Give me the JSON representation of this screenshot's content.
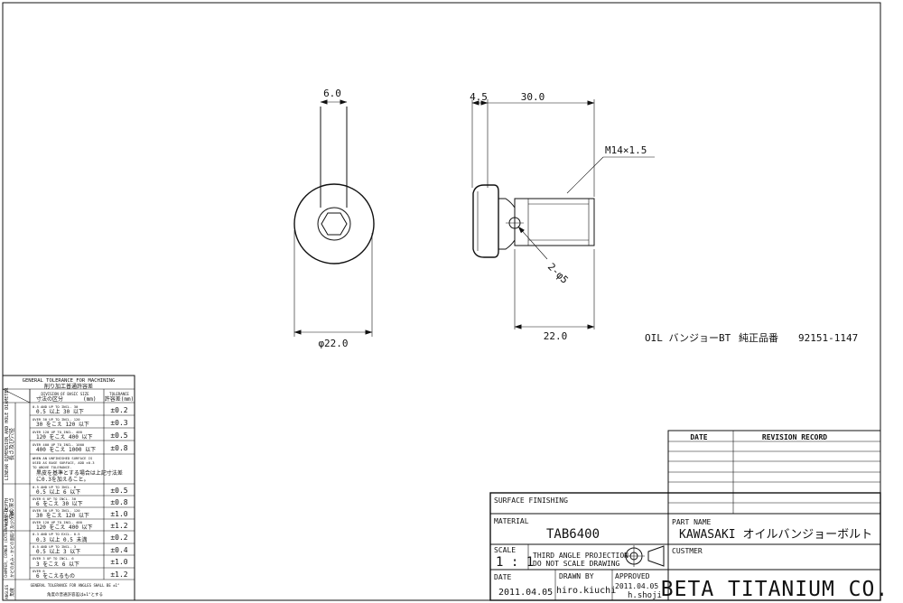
{
  "views": {
    "front": {
      "pin_width": "6.0",
      "head_diameter": "φ22.0"
    },
    "side": {
      "head_thickness": "4.5",
      "length": "30.0",
      "thread": "M14×1.5",
      "hole": "2-φ5",
      "shank_length": "22.0"
    }
  },
  "part_note": {
    "name": "OIL バンジョーBT",
    "genuine_label": "純正品番",
    "genuine_number": "92151-1147"
  },
  "tolerance_table": {
    "title_en": "GENERAL TOLERANCE FOR MACHINING",
    "title_jp": "削り加工普通許容差",
    "col_division_en": "DIVISION OF BASIC SIZE",
    "col_division_jp": "寸法の区分",
    "col_division_unit": "(mm)",
    "col_tolerance_en": "TOLERANCE",
    "col_tolerance_jp": "許容差(mm)",
    "sections": [
      {
        "label_en": "LINEAR DIMENSION AND HOLE DIAMETER",
        "label_jp": "長さ及び穴径",
        "rows": [
          {
            "en": "0.5 AND UP TO INCL. 30",
            "jp": "0.5 以上  30 以下",
            "tol": "±0.2"
          },
          {
            "en": "OVER 30 UP TO INCL. 120",
            "jp": "30 をこえ  120 以下",
            "tol": "±0.3"
          },
          {
            "en": "OVER 120 UP TO INCL. 400",
            "jp": "120 をこえ  400 以下",
            "tol": "±0.5"
          },
          {
            "en": "OVER 400 UP TO INCL. 1000",
            "jp": "400 をこえ  1000 以下",
            "tol": "±0.8"
          }
        ],
        "note_en_1": "WHEN AN UNFINISHED SURFACE IS",
        "note_en_2": "USED AS BASE SURFACE, ADD ±0.3",
        "note_en_3": "TO ABOVE TOLERANCE.",
        "note_jp_1": "黒皮を基準とする場合は上記寸法差",
        "note_jp_2": "に0.3を加えること。"
      },
      {
        "label_en": "HOLE DEPTH",
        "label_jp": "穴の深さ",
        "rows": [
          {
            "en": "0.5 AND UP TO INCL. 6",
            "jp": "0.5 以上  6 以下",
            "tol": "±0.5"
          },
          {
            "en": "OVER 6 UP TO INCL. 30",
            "jp": "6 をこえ  30 以下",
            "tol": "±0.8"
          },
          {
            "en": "OVER 30 UP TO INCL. 120",
            "jp": "30 をこえ  120 以下",
            "tol": "±1.0"
          },
          {
            "en": "OVER 120 UP TO INCL. 400",
            "jp": "120 をこえ  400 以下",
            "tol": "±1.2"
          }
        ]
      },
      {
        "label_en": "CHAMFER, CORNER (EXTERNAL RADII)",
        "label_jp": "かどの丸み・かどの面取り及び穴隅R",
        "rows": [
          {
            "en": "0.3 AND UP TO EXCL. 0.5",
            "jp": "0.3  以上  0.5 未満",
            "tol": "±0.2"
          },
          {
            "en": "0.5 AND UP TO INCL. 3",
            "jp": "0.5  以上  3 以下",
            "tol": "±0.4"
          },
          {
            "en": "OVER 3 UP TO INCL. 6",
            "jp": "3  をこえ  6 以下",
            "tol": "±1.0"
          },
          {
            "en": "OVER 6",
            "jp": "6  をこえるもの",
            "tol": "±1.2"
          }
        ]
      }
    ],
    "angles_label_en": "ANGLES",
    "angles_label_jp": "角度",
    "angles_note_en": "GENERAL TOLERANCE FOR ANGLES SHALL BE ±1°",
    "angles_note_jp": "角度の普通許容差は±1°とする"
  },
  "revision": {
    "col_date": "DATE",
    "col_record": "REVISION  RECORD"
  },
  "title_block": {
    "surface_label": "SURFACE  FINISHING",
    "surface_value": "",
    "material_label": "MATERIAL",
    "material_value": "TAB6400",
    "part_name_label": "PART  NAME",
    "part_name_value": "KAWASAKI オイルバンジョーボルト",
    "scale_label": "SCALE",
    "scale_value": "1 : 1",
    "projection_1": "THIRD ANGLE PROJECTION",
    "projection_2": "DO NOT SCALE DRAWING",
    "customer_label": "CUSTMER",
    "customer_value": "",
    "date_label": "DATE",
    "date_value": "2011.04.05",
    "drawn_label": "DRAWN  BY",
    "drawn_value": "hiro.kiuchi",
    "approved_label": "APPROVED",
    "approved_date": "2011.04.05",
    "approved_value": "h.shoji",
    "company": "BETA TITANIUM CO."
  }
}
